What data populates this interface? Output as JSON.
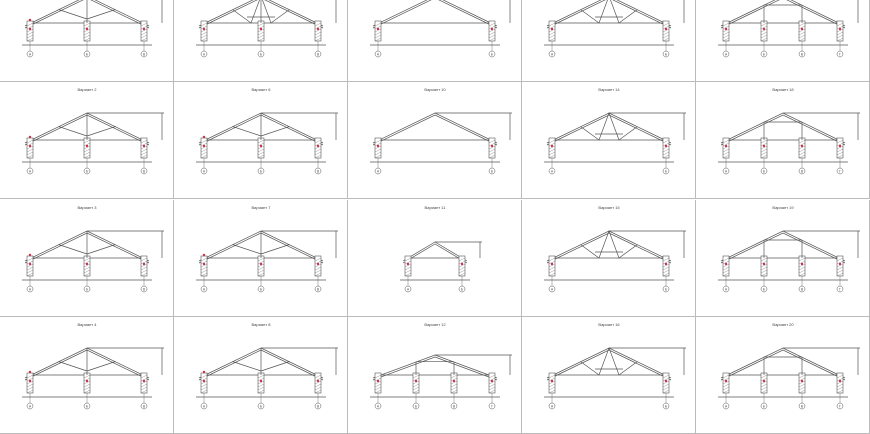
{
  "sheet": {
    "cells": [
      {
        "title": "Вариант 1",
        "axes": [
          "А",
          "Б",
          "В"
        ],
        "posts": 1,
        "kind": "struts"
      },
      {
        "title": "Вариант 5",
        "axes": [
          "А",
          "Б",
          "В"
        ],
        "posts": 1,
        "kind": "web"
      },
      {
        "title": "Вариант 9",
        "axes": [
          "А",
          "Б"
        ],
        "posts": 0,
        "kind": "plain"
      },
      {
        "title": "Вариант 13",
        "axes": [
          "А",
          "Б"
        ],
        "posts": 0,
        "kind": "web"
      },
      {
        "title": "Вариант 17",
        "axes": [
          "А",
          "Б",
          "В",
          "Г"
        ],
        "posts": 2,
        "kind": "posts"
      },
      {
        "title": "Вариант 2",
        "axes": [
          "А",
          "Б",
          "В"
        ],
        "posts": 1,
        "kind": "struts"
      },
      {
        "title": "Вариант 6",
        "axes": [
          "А",
          "Б",
          "В"
        ],
        "posts": 1,
        "kind": "struts"
      },
      {
        "title": "Вариант 10",
        "axes": [
          "А",
          "Б"
        ],
        "posts": 0,
        "kind": "plain"
      },
      {
        "title": "Вариант 14",
        "axes": [
          "А",
          "Б"
        ],
        "posts": 0,
        "kind": "web"
      },
      {
        "title": "Вариант 18",
        "axes": [
          "А",
          "Б",
          "В",
          "Г"
        ],
        "posts": 2,
        "kind": "posts"
      },
      {
        "title": "Вариант 3",
        "axes": [
          "А",
          "Б",
          "В"
        ],
        "posts": 1,
        "kind": "struts"
      },
      {
        "title": "Вариант 7",
        "axes": [
          "А",
          "Б",
          "В"
        ],
        "posts": 1,
        "kind": "struts"
      },
      {
        "title": "Вариант 11",
        "axes": [
          "А",
          "Б"
        ],
        "posts": 0,
        "kind": "small"
      },
      {
        "title": "Вариант 15",
        "axes": [
          "А",
          "Б"
        ],
        "posts": 0,
        "kind": "web"
      },
      {
        "title": "Вариант 19",
        "axes": [
          "А",
          "Б",
          "В",
          "Г"
        ],
        "posts": 2,
        "kind": "posts"
      },
      {
        "title": "Вариант 4",
        "axes": [
          "А",
          "Б",
          "В"
        ],
        "posts": 1,
        "kind": "struts"
      },
      {
        "title": "Вариант 8",
        "axes": [
          "А",
          "Б",
          "В"
        ],
        "posts": 1,
        "kind": "struts"
      },
      {
        "title": "Вариант 12",
        "axes": [
          "А",
          "Б",
          "В",
          "Г"
        ],
        "posts": 2,
        "kind": "low"
      },
      {
        "title": "Вариант 16",
        "axes": [
          "А",
          "Б"
        ],
        "posts": 0,
        "kind": "web"
      },
      {
        "title": "Вариант 20",
        "axes": [
          "А",
          "Б",
          "В",
          "Г"
        ],
        "posts": 2,
        "kind": "posts"
      }
    ],
    "colors": {
      "line": "#555555",
      "accent": "#d0304a",
      "grid": "#bbbbbb"
    }
  }
}
